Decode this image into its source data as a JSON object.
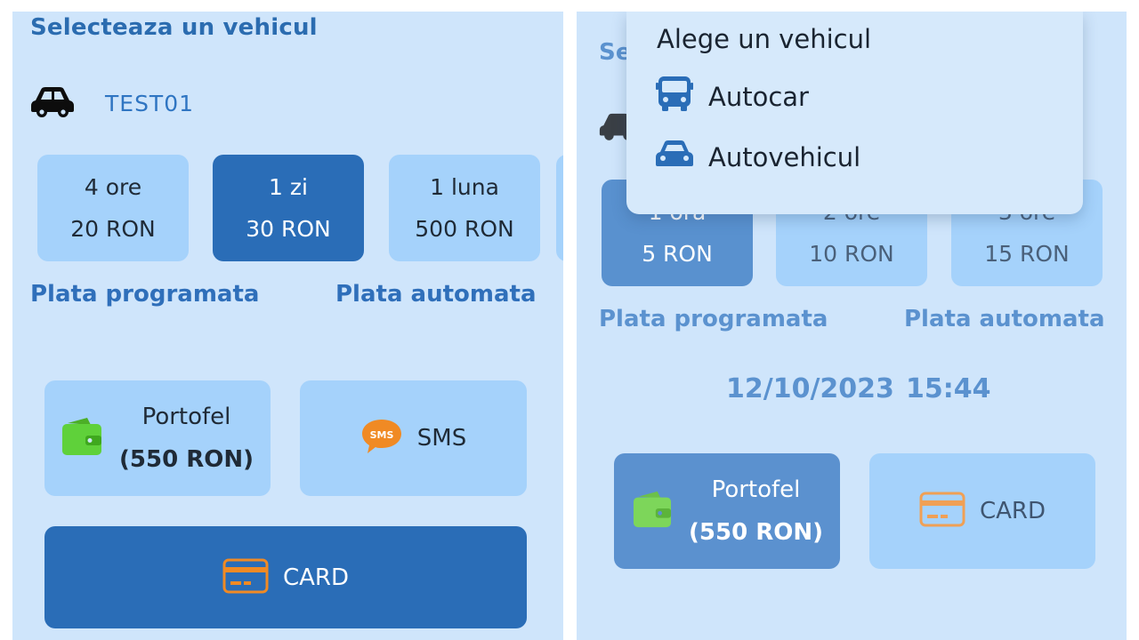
{
  "left": {
    "title": "Selecteaza un vehicul",
    "vehicle": {
      "plate": "TEST01",
      "icon": "car-icon"
    },
    "plans": [
      {
        "duration": "4 ore",
        "price": "20 RON",
        "selected": false
      },
      {
        "duration": "1 zi",
        "price": "30 RON",
        "selected": true
      },
      {
        "duration": "1 luna",
        "price": "500 RON",
        "selected": false
      }
    ],
    "scheduled_label": "Plata programata",
    "auto_label": "Plata automata",
    "wallet": {
      "label": "Portofel",
      "amount": "(550 RON)",
      "icon": "wallet-icon"
    },
    "sms": {
      "label": "SMS",
      "badge": "SMS",
      "icon": "sms-icon"
    },
    "card": {
      "label": "CARD",
      "icon": "card-icon"
    }
  },
  "right": {
    "title_partial": "Se",
    "plans": [
      {
        "duration": "1 ora",
        "price": "5 RON",
        "selected": true
      },
      {
        "duration": "2 ore",
        "price": "10 RON",
        "selected": false
      },
      {
        "duration": "3 ore",
        "price": "15 RON",
        "selected": false
      }
    ],
    "scheduled_label": "Plata programata",
    "auto_label": "Plata automata",
    "date": "12/10/2023",
    "time": "15:44",
    "wallet": {
      "label": "Portofel",
      "amount": "(550 RON)",
      "icon": "wallet-icon"
    },
    "card": {
      "label": "CARD",
      "icon": "card-icon"
    },
    "dropdown": {
      "title": "Alege un vehicul",
      "items": [
        {
          "label": "Autocar",
          "icon": "bus-icon"
        },
        {
          "label": "Autovehicul",
          "icon": "car-icon"
        }
      ]
    }
  },
  "colors": {
    "background": "#cfe5fb",
    "tile": "#a5d2fb",
    "selected": "#2a6db7",
    "heading": "#2b6cb0",
    "wallet_green": "#5fd13a",
    "accent_orange": "#f08a24"
  }
}
